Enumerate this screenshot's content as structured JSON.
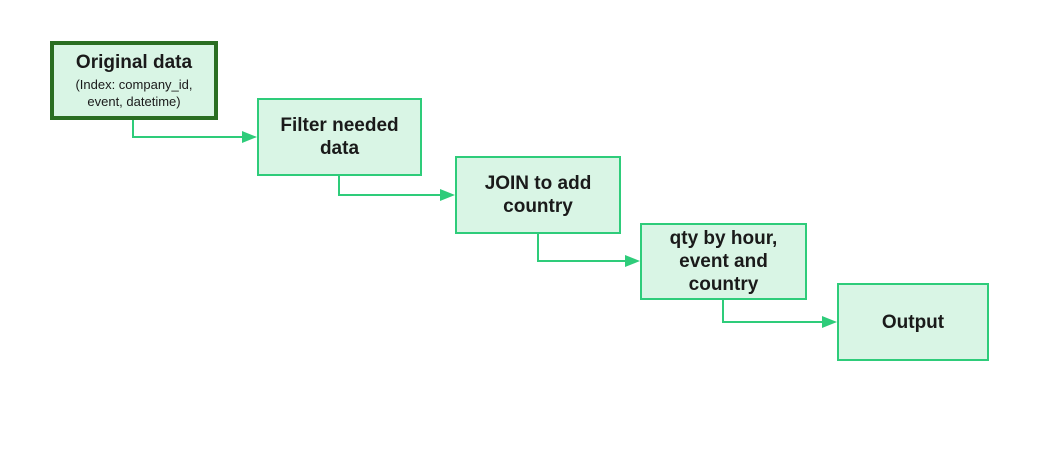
{
  "colors": {
    "node_fill": "#d9f5e5",
    "node_border": "#2ecc7a",
    "start_border": "#2a6e22",
    "connector": "#2ecc7a"
  },
  "nodes": {
    "original": {
      "title": "Original data",
      "subtitle": "(Index: company_id,\nevent, datetime)"
    },
    "filter": {
      "title": "Filter needed\ndata"
    },
    "join": {
      "title": "JOIN to add\ncountry"
    },
    "qty": {
      "title": "qty by hour,\nevent and\ncountry"
    },
    "output": {
      "title": "Output"
    }
  }
}
